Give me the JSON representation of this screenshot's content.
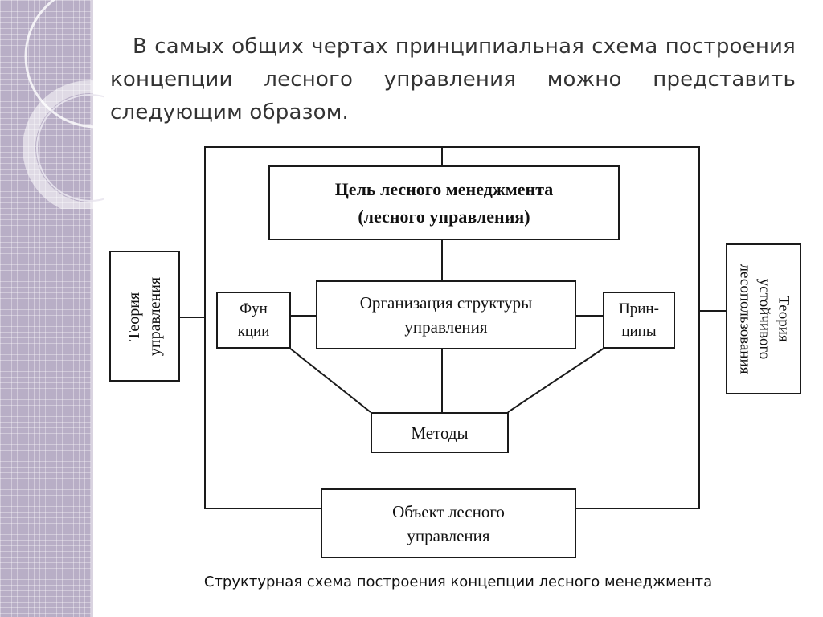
{
  "intro_text": "В самых общих чертах принципиальная схема построения концепции лесного управления можно представить следующим образом.",
  "diagram": {
    "goal": "Цель лесного менеджмента\n(лесного управления)",
    "organization": "Организация структуры\nуправления",
    "functions": "Фун\nкции",
    "principles": "Прин-\nципы",
    "methods": "Методы",
    "object": "Объект лесного\nуправления",
    "theory_management": "Теория\nуправления",
    "theory_sustainable": "Теория\nустойчивого\nлесопользования"
  },
  "caption": "Структурная схема построения концепции лесного менеджмента",
  "colors": {
    "side_band": "#b8aec6",
    "line": "#1a1a1a"
  }
}
